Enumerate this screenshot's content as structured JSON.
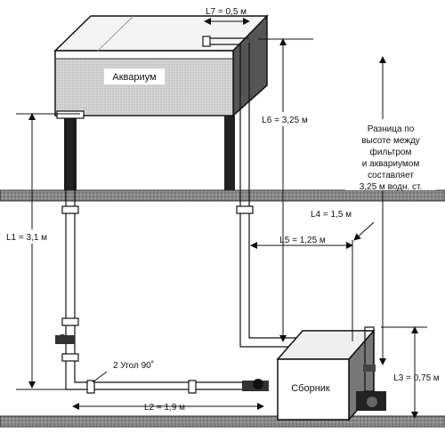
{
  "labels": {
    "aquarium": "Аквариум",
    "sump": "Сборник",
    "l1": "L1 = 3,1 м",
    "l2": "L2 = 1,9 м",
    "l3": "L3 = 0,75 м",
    "l4": "L4 = 1,5 м",
    "l5": "L5 = 1,25 м",
    "l6": "L6 = 3,25 м",
    "l7": "L7 = 0,5 м",
    "elbow": "2  Угол 90˚",
    "note": [
      "Разница по",
      "высоте между",
      "фильтром",
      "и аквариумом",
      "составляет",
      "3,25 м водн. ст."
    ]
  }
}
